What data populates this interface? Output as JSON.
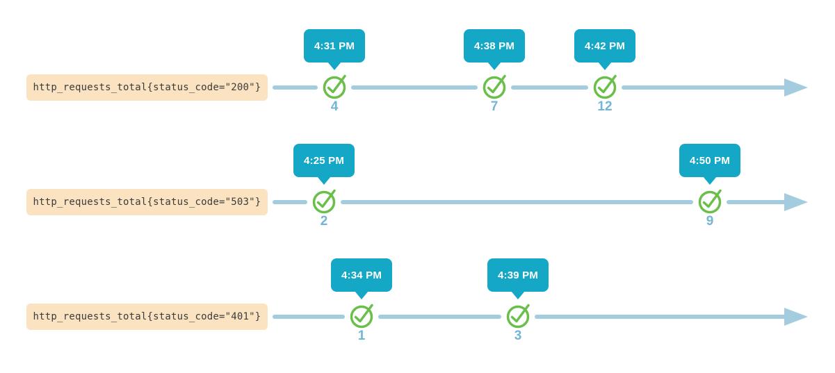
{
  "diagram": {
    "description": "metric-sample-timelines",
    "colors": {
      "background": "#ffffff",
      "label_bg": "#fbe3c1",
      "label_text": "#3b3b3b",
      "timeline": "#a3ccdf",
      "tooltip_bg": "#14a7c6",
      "tooltip_text": "#ffffff",
      "check_green": "#6abf4b",
      "value_text": "#72b5d5"
    },
    "series": [
      {
        "label": "http_requests_total{status_code=\"200\"}",
        "checkpoints": [
          {
            "time": "4:31 PM",
            "value": "4",
            "x": 481
          },
          {
            "time": "4:38 PM",
            "value": "7",
            "x": 711
          },
          {
            "time": "4:42 PM",
            "value": "12",
            "x": 870
          }
        ]
      },
      {
        "label": "http_requests_total{status_code=\"503\"}",
        "checkpoints": [
          {
            "time": "4:25 PM",
            "value": "2",
            "x": 466
          },
          {
            "time": "4:50 PM",
            "value": "9",
            "x": 1021
          }
        ]
      },
      {
        "label": "http_requests_total{status_code=\"401\"}",
        "checkpoints": [
          {
            "time": "4:34 PM",
            "value": "1",
            "x": 520
          },
          {
            "time": "4:39 PM",
            "value": "3",
            "x": 745
          }
        ]
      }
    ]
  }
}
